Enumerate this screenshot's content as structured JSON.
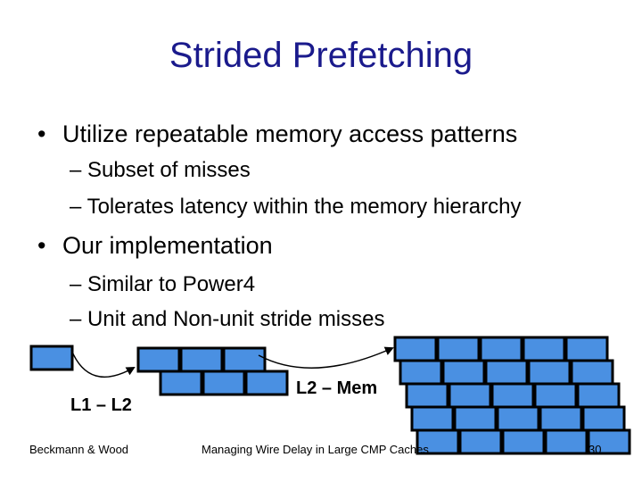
{
  "slide": {
    "title": "Strided Prefetching",
    "bullets": [
      {
        "text": "Utilize repeatable memory access patterns",
        "subs": [
          "– Subset of misses",
          "– Tolerates latency within the memory hierarchy"
        ]
      },
      {
        "text": "Our implementation",
        "subs": [
          "– Similar to Power4",
          "– Unit and Non-unit stride misses"
        ]
      }
    ],
    "bullet_glyph": "•"
  },
  "diagram": {
    "l1_l2_label": "L1 – L2",
    "l2_mem_label": "L2 – Mem",
    "block_color": "#4a90e2",
    "border_color": "#000000"
  },
  "footer": {
    "left": "Beckmann & Wood",
    "center": "Managing Wire Delay in Large CMP Caches",
    "page_number": "30"
  },
  "colors": {
    "title": "#1a1a8c"
  }
}
